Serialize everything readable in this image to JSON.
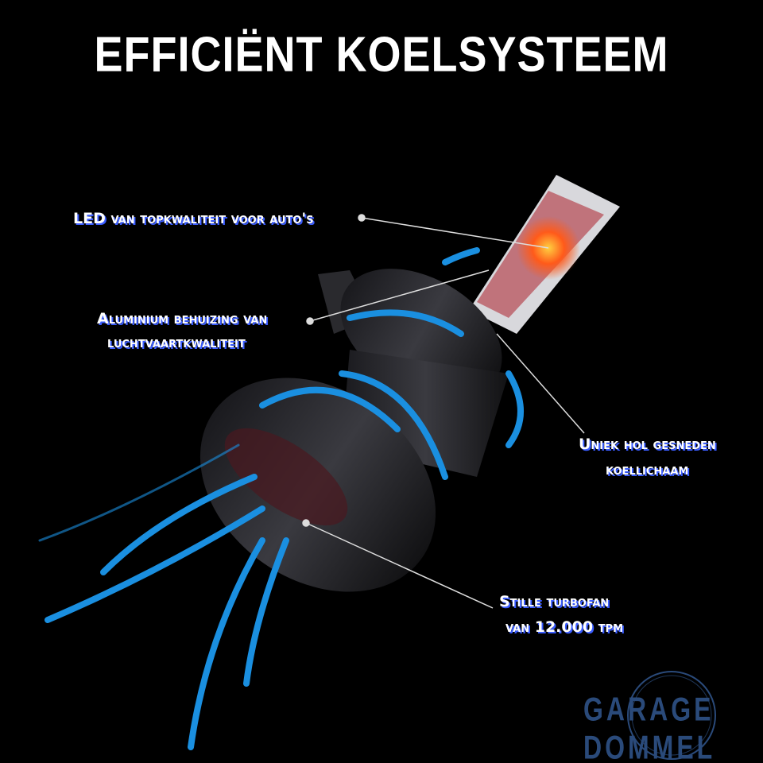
{
  "title": "EFFICIËNT KOELSYSTEEM",
  "callouts": {
    "led": "LED van topkwaliteit voor auto's",
    "housing_line1": "Aluminium behuizing van",
    "housing_line2": "luchtvaartkwaliteit",
    "heatsink_line1": "Uniek hol gesneden",
    "heatsink_line2": "koellichaam",
    "fan_line1": "Stille turbofan",
    "fan_line2": "van 12.000 tpm"
  },
  "logo": "GARAGE DOMMEL",
  "colors": {
    "airflow": "#1a8fe0",
    "text_shadow": "#3a5cff",
    "heat": "#ff5a1a"
  }
}
